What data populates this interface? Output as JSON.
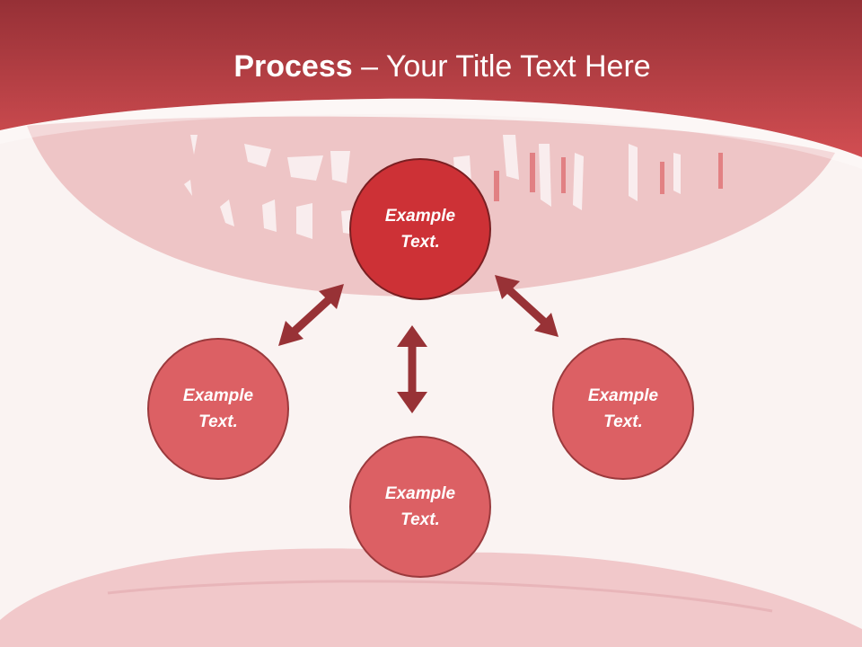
{
  "slide": {
    "title_bold": "Process",
    "title_rest": " – Your Title Text Here"
  },
  "diagram": {
    "nodes": [
      {
        "id": "center",
        "text": "Example\nText."
      },
      {
        "id": "left",
        "text": "Example\nText."
      },
      {
        "id": "bottom",
        "text": "Example\nText."
      },
      {
        "id": "right",
        "text": "Example\nText."
      }
    ],
    "connections": [
      {
        "from": "center",
        "to": "left",
        "type": "double-arrow"
      },
      {
        "from": "center",
        "to": "bottom",
        "type": "double-arrow"
      },
      {
        "from": "center",
        "to": "right",
        "type": "double-arrow"
      }
    ]
  },
  "colors": {
    "header": "#c8454a",
    "center_node": "#cd3136",
    "outer_node": "#dc6064",
    "arrow": "#983236",
    "background": "#faf3f2"
  }
}
